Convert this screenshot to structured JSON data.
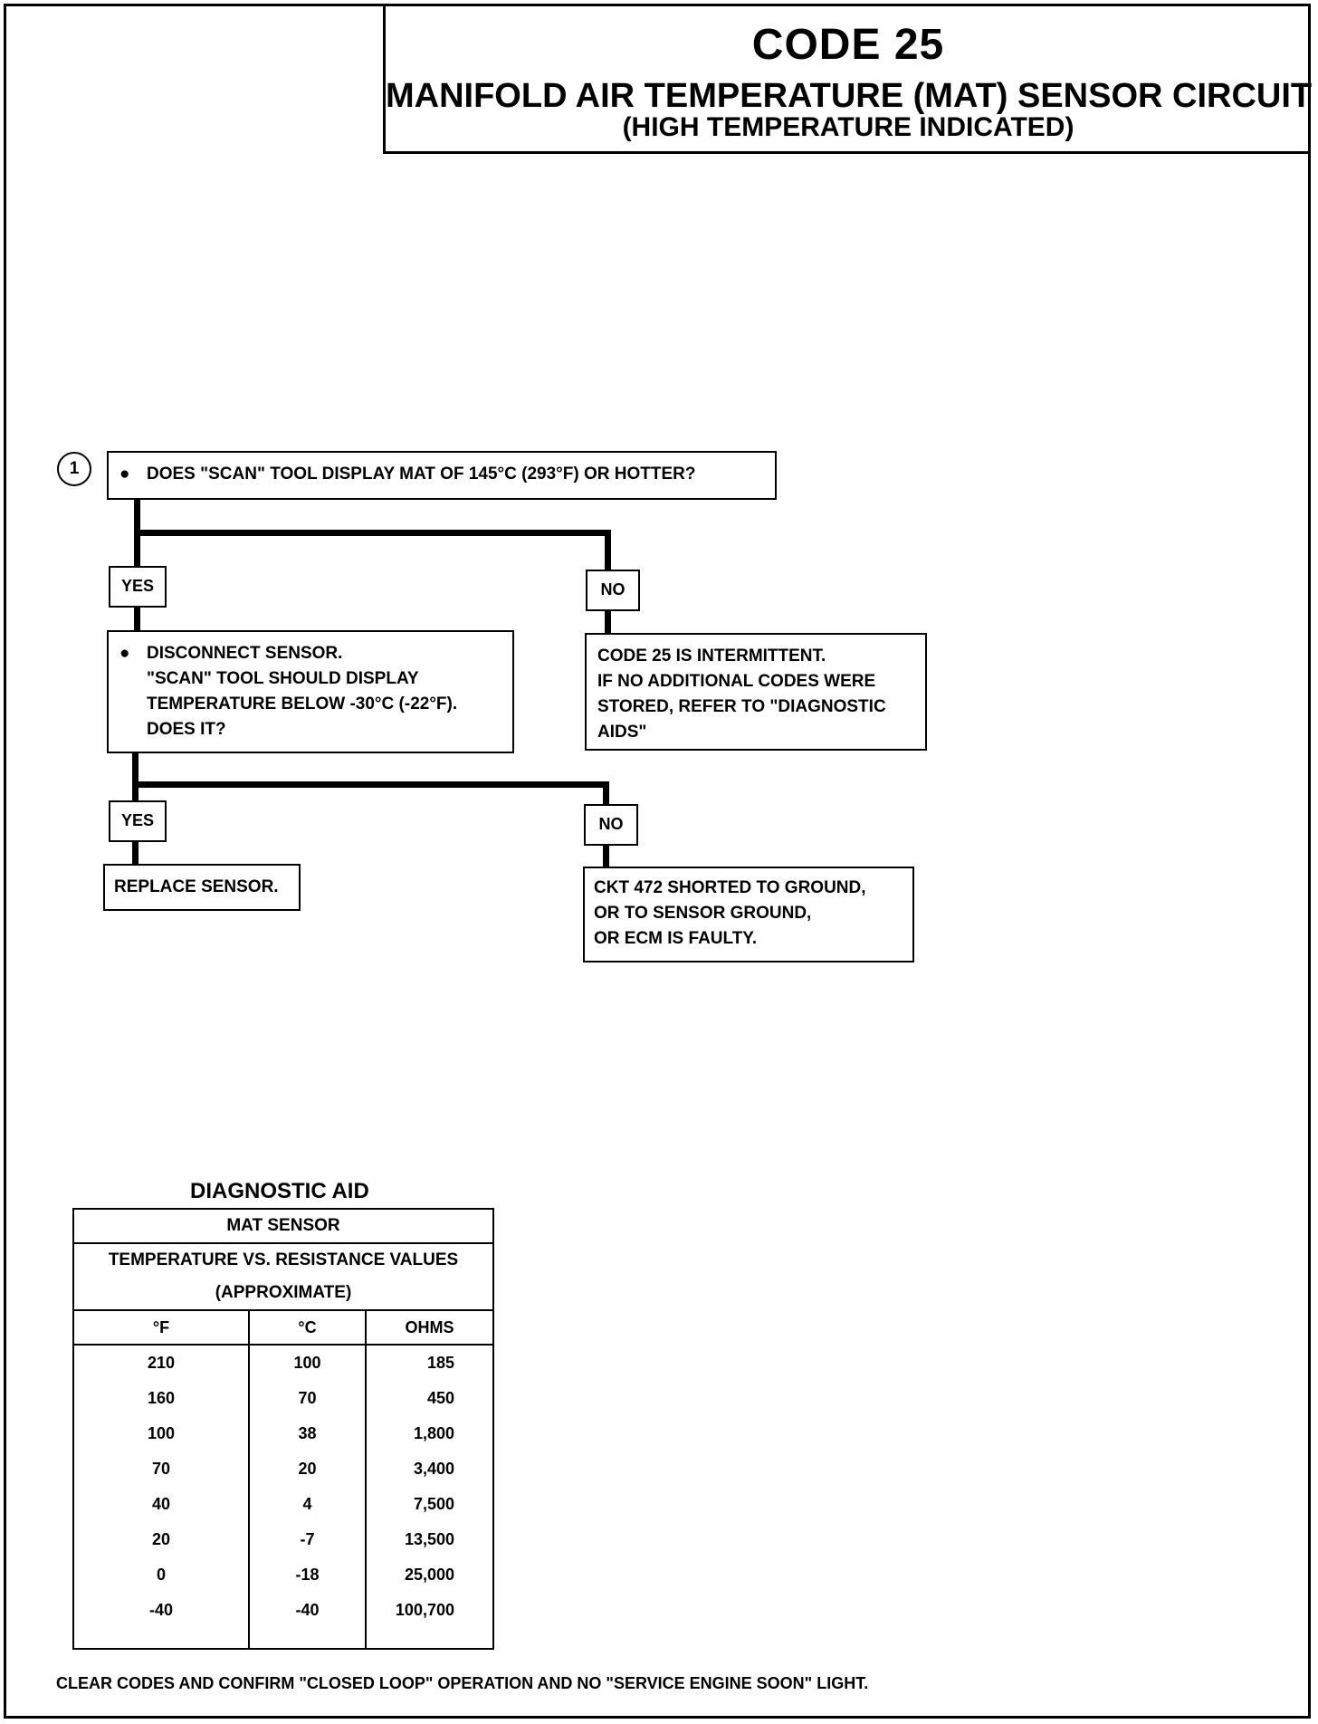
{
  "header": {
    "code": "CODE 25",
    "title": "MANIFOLD AIR TEMPERATURE (MAT) SENSOR CIRCUIT",
    "subtitle": "(HIGH TEMPERATURE INDICATED)"
  },
  "flow": {
    "step_number": "1",
    "bullet": "●",
    "q1": "DOES \"SCAN\" TOOL DISPLAY MAT OF 145°C (293°F) OR HOTTER?",
    "yes1": "YES",
    "no1": "NO",
    "q2": [
      "DISCONNECT SENSOR.",
      "\"SCAN\" TOOL SHOULD DISPLAY",
      "TEMPERATURE BELOW -30°C (-22°F).",
      "DOES IT?"
    ],
    "no1_result": [
      "CODE 25 IS INTERMITTENT.",
      "IF NO ADDITIONAL CODES WERE",
      "STORED, REFER TO \"DIAGNOSTIC",
      "AIDS\""
    ],
    "yes2": "YES",
    "no2": "NO",
    "yes2_result": "REPLACE SENSOR.",
    "no2_result": [
      "CKT 472  SHORTED TO GROUND,",
      "OR TO SENSOR GROUND,",
      "OR ECM IS FAULTY."
    ]
  },
  "diagnostic_aid": {
    "title": "DIAGNOSTIC AID",
    "header1": "MAT SENSOR",
    "header2": "TEMPERATURE VS. RESISTANCE VALUES",
    "header3": "(APPROXIMATE)",
    "columns": [
      "°F",
      "°C",
      "OHMS"
    ],
    "rows": [
      [
        "210",
        "100",
        "185"
      ],
      [
        "160",
        "70",
        "450"
      ],
      [
        "100",
        "38",
        "1,800"
      ],
      [
        "70",
        "20",
        "3,400"
      ],
      [
        "40",
        "4",
        "7,500"
      ],
      [
        "20",
        "-7",
        "13,500"
      ],
      [
        "0",
        "-18",
        "25,000"
      ],
      [
        "-40",
        "-40",
        "100,700"
      ]
    ]
  },
  "footer": "CLEAR CODES AND CONFIRM \"CLOSED LOOP\"  OPERATION AND NO \"SERVICE ENGINE SOON\" LIGHT."
}
